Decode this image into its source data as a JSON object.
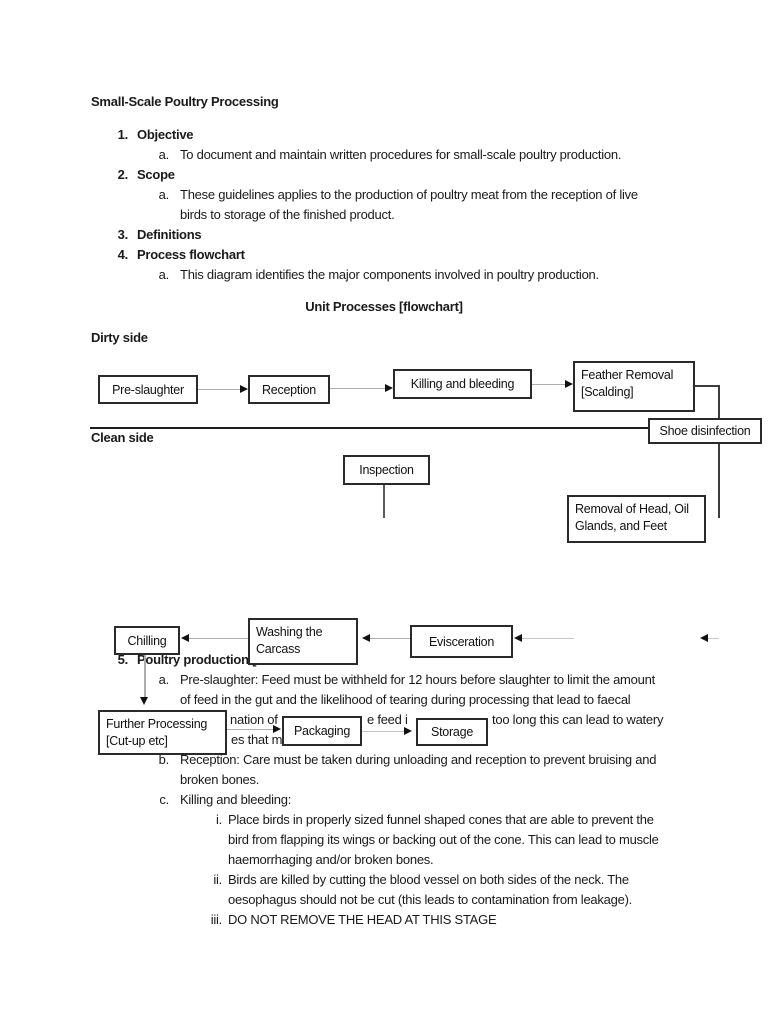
{
  "doc": {
    "title": "Small-Scale Poultry Processing",
    "flow_title": "Unit Processes [flowchart]",
    "labels": {
      "dirty": "Dirty side",
      "clean": "Clean side"
    },
    "lines": {
      "n1": {
        "num": "1.",
        "text": "Objective"
      },
      "n1a": {
        "num": "a.",
        "text": "To document and maintain written procedures for small-scale poultry production."
      },
      "n2": {
        "num": "2.",
        "text": "Scope"
      },
      "n2a1": {
        "num": "a.",
        "text": "These guidelines applies to the production of poultry meat from the reception of live"
      },
      "n2a2": {
        "text": "birds to storage of the finished product."
      },
      "n3": {
        "num": "3.",
        "text": "Definitions"
      },
      "n4": {
        "num": "4.",
        "text": "Process flowchart"
      },
      "n4a": {
        "num": "a.",
        "text": "This diagram identifies the major components involved in poultry production."
      },
      "n5": {
        "num": "5.",
        "text": "Poultry production ["
      },
      "n5a1": {
        "num": "a.",
        "text": "Pre-slaughter: Feed must be withheld for 12 hours before slaughter to limit the amount"
      },
      "n5a2": {
        "text": "of feed in the gut and the likelihood of tearing during processing that lead to faecal"
      },
      "n5b1": {
        "num": "b.",
        "text": "Reception: Care must be taken during unloading and reception to prevent bruising and"
      },
      "n5b2": {
        "text": "broken bones."
      },
      "n5c": {
        "num": "c.",
        "text": "Killing and bleeding:"
      },
      "ci1": {
        "num": "i.",
        "text": "Place birds in properly sized funnel shaped cones that are able to prevent the"
      },
      "ci2": {
        "text": "bird from flapping its wings or backing out of the cone. This can lead to muscle"
      },
      "ci3": {
        "text": "haemorrhaging and/or broken bones."
      },
      "cii1": {
        "num": "ii.",
        "text": "Birds are killed by cutting the blood vessel on both sides of the neck. The"
      },
      "cii2": {
        "text": "oesophagus should not be cut (this leads to contamination from leakage)."
      },
      "ciii": {
        "num": "iii.",
        "text": "DO NOT REMOVE THE HEAD AT THIS STAGE"
      }
    },
    "fragments": {
      "nation": "nation of",
      "feed": "e feed i",
      "watery": "too long this can lead to watery",
      "faeces": "es that ma"
    },
    "boxes": {
      "pre_slaughter": "Pre-slaughter",
      "reception": "Reception",
      "killing": "Killing and bleeding",
      "feather": "Feather Removal [Scalding]",
      "shoe": "Shoe disinfection",
      "inspection": "Inspection",
      "removal": "Removal of Head, Oil Glands, and Feet",
      "chilling": "Chilling",
      "washing": "Washing the Carcass",
      "evisceration": "Evisceration",
      "further": "Further Processing [Cut-up etc]",
      "packaging": "Packaging",
      "storage": "Storage"
    }
  }
}
